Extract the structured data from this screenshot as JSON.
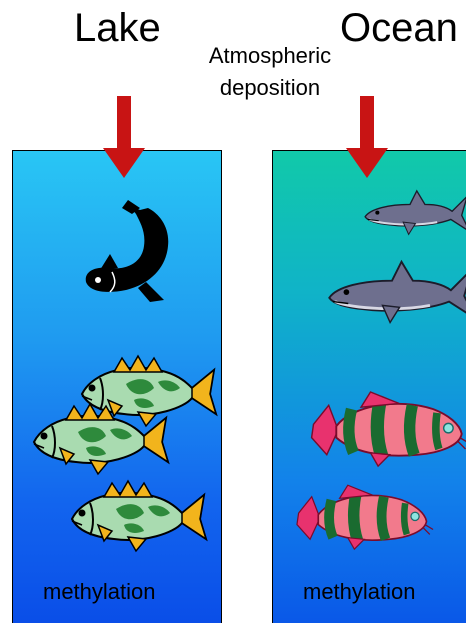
{
  "lake": {
    "title": "Lake",
    "process_label": "methylation"
  },
  "ocean": {
    "title": "Ocean",
    "process_label": "methylation"
  },
  "input": {
    "line1": "Atmospheric",
    "line2": "deposition"
  },
  "colors": {
    "arrow": "#c81414",
    "lake_top": "#29c6f4",
    "lake_bottom": "#0a4ee8",
    "ocean_top": "#11c9a9",
    "ocean_bottom": "#0a58e8"
  },
  "icons": {
    "lake_predator": "black-fish-icon",
    "lake_prey": "green-bass-icon",
    "ocean_predator": "shark-icon",
    "ocean_prey": "striped-loach-icon"
  }
}
